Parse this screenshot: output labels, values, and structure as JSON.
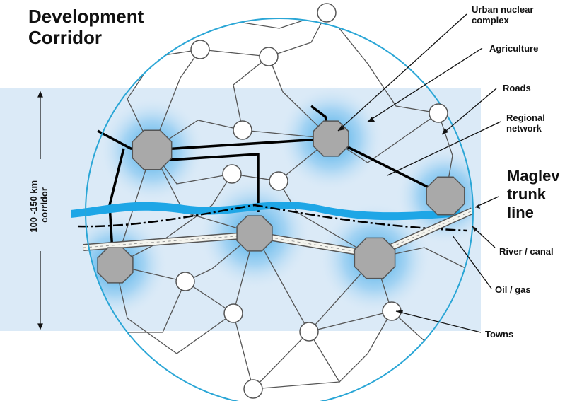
{
  "title": [
    "Development",
    "Corridor"
  ],
  "corridor_label": [
    "100 -150 km",
    "corridor"
  ],
  "labels": {
    "urban": [
      "Urban nuclear",
      "complex"
    ],
    "agriculture": "Agriculture",
    "roads": "Roads",
    "regional": [
      "Regional",
      "network"
    ],
    "maglev": [
      "Maglev",
      "trunk",
      "line"
    ],
    "river": "River / canal",
    "oil": "Oil / gas",
    "towns": "Towns"
  },
  "colors": {
    "circle": "#2aa6d6",
    "corridor": "#dbeaf7",
    "river": "#1ea6e6",
    "hub": "#a9a9a9"
  }
}
